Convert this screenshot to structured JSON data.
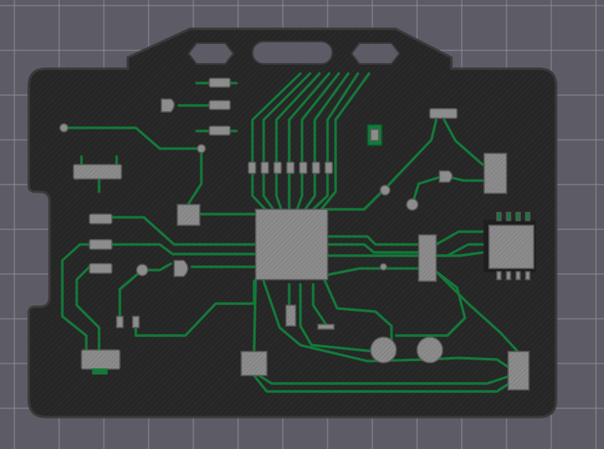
{
  "colors": {
    "background": "#5d5c66",
    "grid": "#8d8c96",
    "board": "#262626",
    "board_edge": "#3a3a3a",
    "board_hatch": "#303030",
    "trace": "#137a3a",
    "trace_outline": "#0c5226",
    "pad": "#8c8c8c",
    "pad_outline": "#5a5a5a"
  },
  "icons": {
    "board": "pcb-board-icon",
    "chip": "ic-chip-icon",
    "component": "smd-component-icon",
    "pad": "round-pad-icon"
  },
  "chips": [
    {
      "name": "main-ic-chip",
      "pins": 7
    },
    {
      "name": "secondary-ic-chip",
      "pins": 4
    }
  ],
  "resistor_row_count": 7
}
